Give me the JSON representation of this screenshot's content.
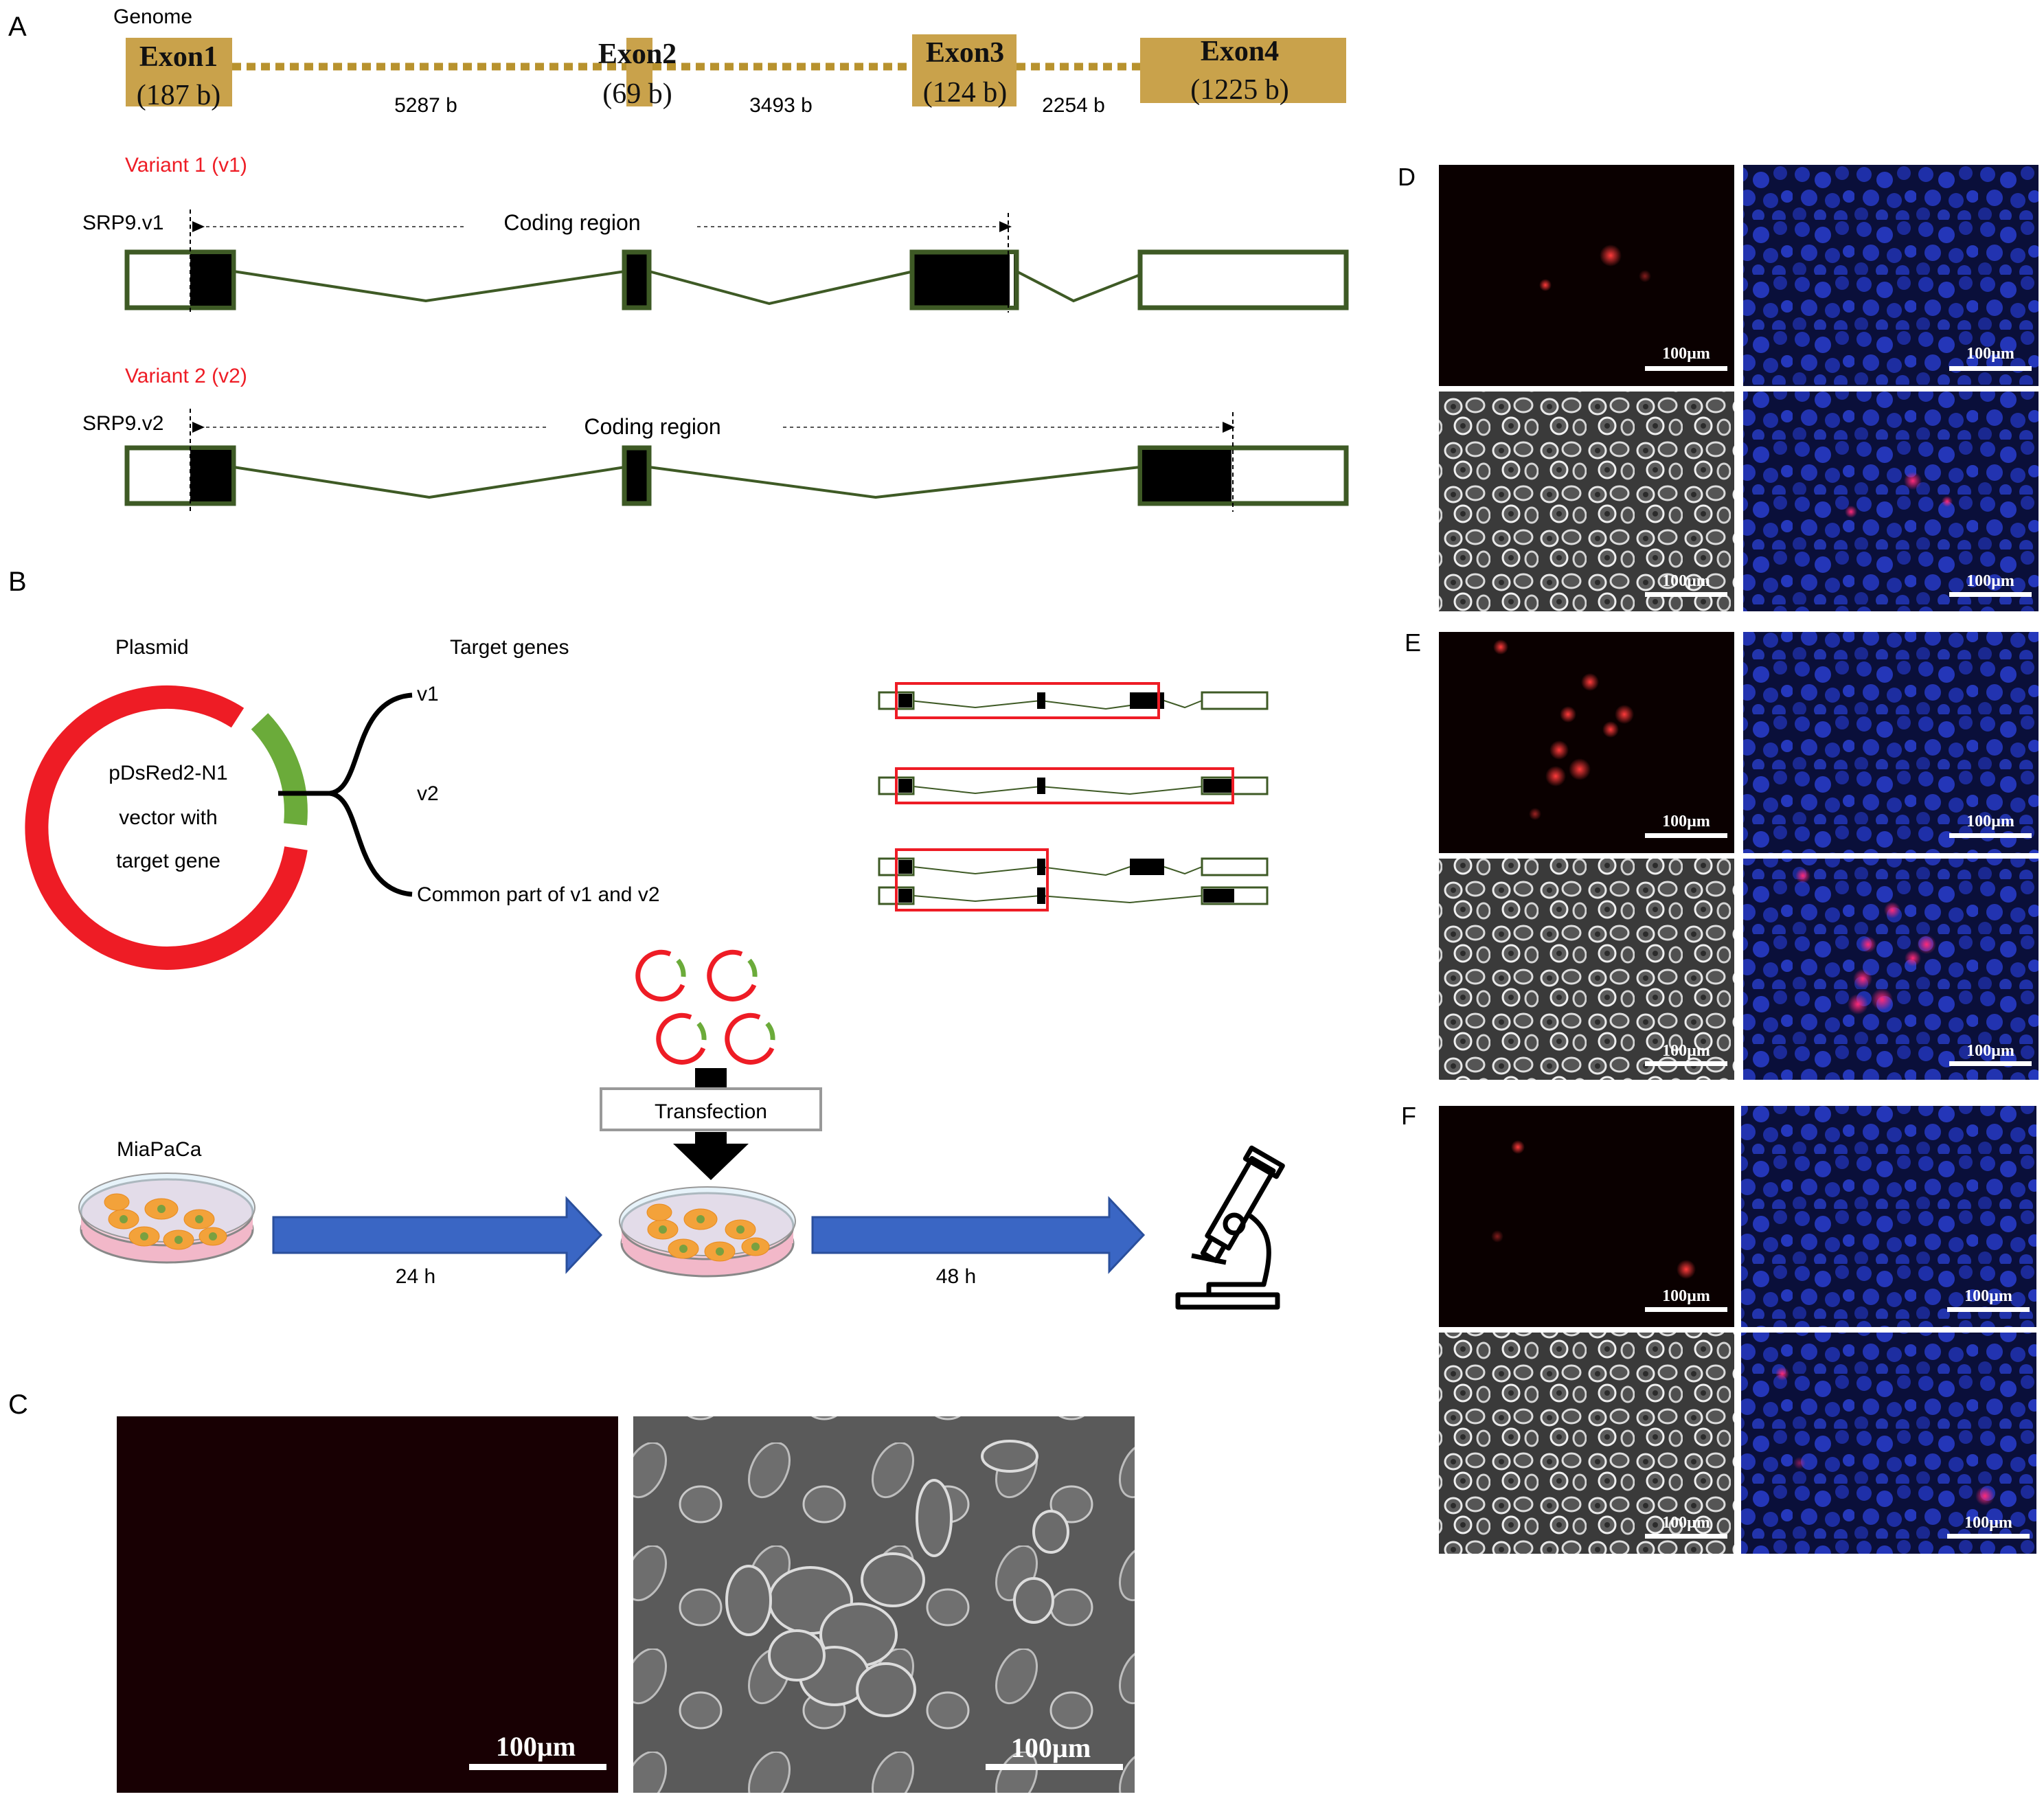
{
  "panels": {
    "A": "A",
    "B": "B",
    "C": "C",
    "D": "D",
    "E": "E",
    "F": "F"
  },
  "panelA": {
    "genome_label": "Genome",
    "exons": [
      {
        "name": "Exon1",
        "size": "(187 b)"
      },
      {
        "name": "Exon2",
        "size": "(69 b)"
      },
      {
        "name": "Exon3",
        "size": "(124 b)"
      },
      {
        "name": "Exon4",
        "size": "(1225 b)"
      }
    ],
    "introns": [
      "5287 b",
      "3493 b",
      "2254 b"
    ],
    "variant1": {
      "title": "Variant 1 (v1)",
      "name": "SRP9.v1",
      "coding": "Coding region"
    },
    "variant2": {
      "title": "Variant 2 (v2)",
      "name": "SRP9.v2",
      "coding": "Coding region"
    }
  },
  "panelB": {
    "plasmid_label": "Plasmid",
    "vector_line1": "pDsRed2-N1",
    "vector_line2": "vector with",
    "vector_line3": "target gene",
    "target_genes_label": "Target genes",
    "targets": [
      "v1",
      "v2",
      "Common part of v1 and v2"
    ],
    "cell_line": "MiaPaCa",
    "transfection": "Transfection",
    "time1": "24 h",
    "time2": "48 h"
  },
  "scale_bar": "100µm",
  "colors": {
    "exon_gold": "#c9a24b",
    "intron_gold": "#b8922e",
    "gene_green": "#3e5a25",
    "red": "#ee1c25",
    "plasmid_green": "#6bab3a",
    "arrow_blue": "#3a66c4"
  }
}
